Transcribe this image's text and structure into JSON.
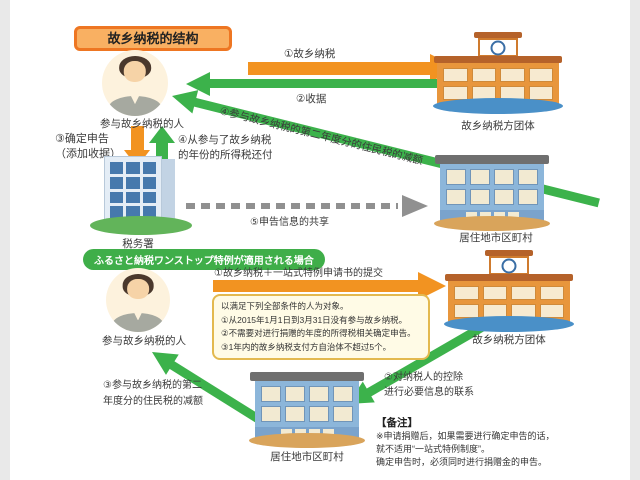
{
  "colors": {
    "arrow_orange": "#f29321",
    "arrow_green": "#3cb24b",
    "arrow_gray": "#909090",
    "title1_border": "#ee7622",
    "title2_bg": "#3fae49",
    "note_box_border": "#e3b94f"
  },
  "section1": {
    "title": "故乡纳税的结构",
    "person_label": "参与故乡纳税的人",
    "step1_label": "①故乡纳税",
    "step2_label": "②收据",
    "step4_residence_tax_label": "④参与故乡纳税的第二年度分的住民税的减额",
    "step3_label_line1": "③确定申告",
    "step3_label_line2": "（添加收据）",
    "step4_income_tax_line1": "④从参与了故乡纳税",
    "step4_income_tax_line2": "的年份的所得税还付",
    "tax_office_label": "税务署",
    "recipient_label": "故乡纳税方团体",
    "step5_label": "⑤申告信息的共享",
    "residence_label": "居住地市区町村"
  },
  "section2": {
    "title": "ふるさと納税ワンストップ特例が適用される場合",
    "person_label": "参与故乡纳税的人",
    "step1_label": "①故乡纳税＋一站式特例申请书的提交",
    "conditions": [
      "以满足下列全部条件的人为对象。",
      "①从2015年1月1日到3月31日没有参与故乡纳税。",
      "②不需要对进行捐赠的年度的所得税相关确定申告。",
      "③1年内的故乡纳税支付方自治体不超过5个。"
    ],
    "recipient_label": "故乡纳税方团体",
    "step2_label_line1": "②对纳税人的控除",
    "step2_label_line2": "进行必要信息的联系",
    "residence_label": "居住地市区町村",
    "step3_label_line1": "③参与故乡纳税的第二",
    "step3_label_line2": "年度分的住民税的减额",
    "note_title": "【备注】",
    "note_lines": [
      "※申请捐赠后，如果需要进行确定申告的话，",
      "就不适用“一站式特例制度”。",
      "确定申告时，必须同时进行捐赠金的申告。"
    ]
  }
}
